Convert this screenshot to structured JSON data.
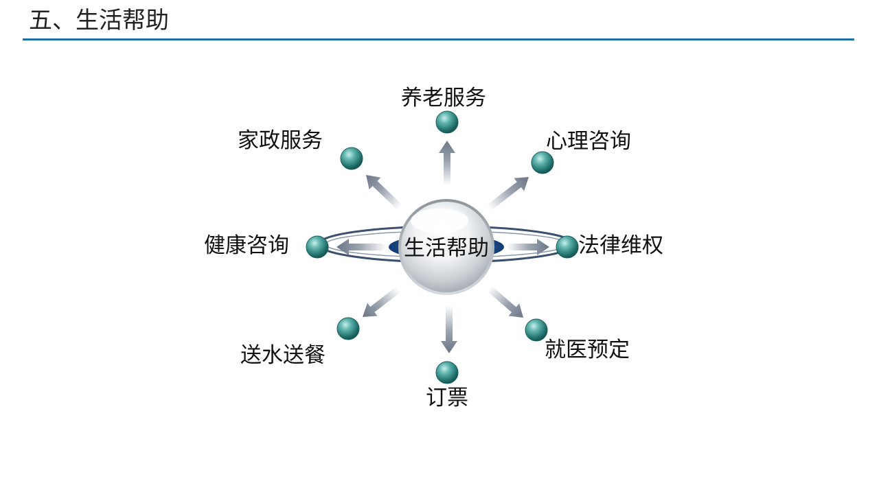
{
  "page": {
    "title": "五、生活帮助"
  },
  "diagram": {
    "center": "生活帮助",
    "nodes": [
      {
        "id": "elderly-care",
        "label": "养老服务"
      },
      {
        "id": "psychological-counseling",
        "label": "心理咨询"
      },
      {
        "id": "legal-rights",
        "label": "法律维权"
      },
      {
        "id": "medical-booking",
        "label": "就医预定"
      },
      {
        "id": "ticket-booking",
        "label": "订票"
      },
      {
        "id": "water-meal-delivery",
        "label": "送水送餐"
      },
      {
        "id": "health-consulting",
        "label": "健康咨询"
      },
      {
        "id": "housekeeping",
        "label": "家政服务"
      }
    ]
  },
  "colors": {
    "title_rule": "#1f6fa8",
    "node_ball": "#2f8f8c",
    "arrow": "#6b7585",
    "ring": "#3b4f6e",
    "hub_core": "#1b4f92"
  }
}
